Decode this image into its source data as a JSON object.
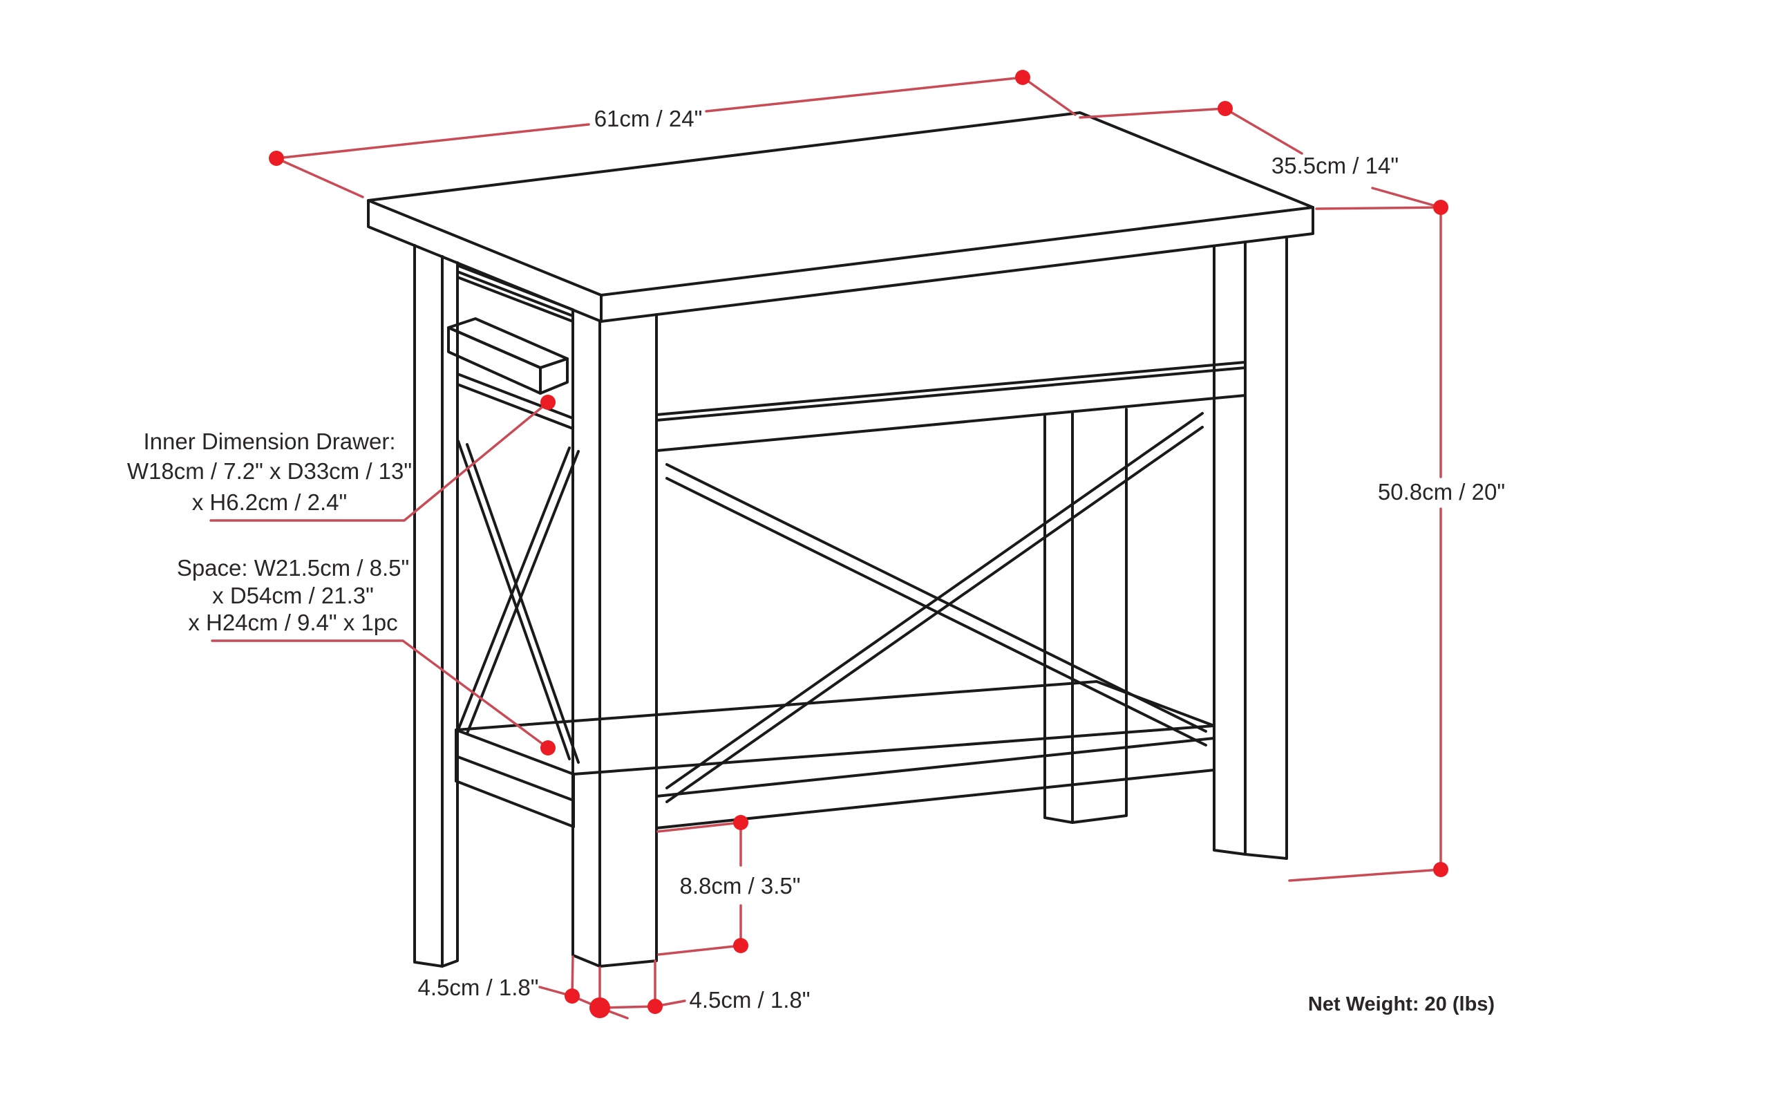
{
  "diagram": {
    "kind": "product-dimension-diagram",
    "product": "end table with drawer, cross braces and lower shelf",
    "dimensions": {
      "width_label": "61cm / 24\"",
      "depth_label": "35.5cm / 14\"",
      "height_label": "50.8cm / 20\"",
      "bottom_rail_height_label": "8.8cm / 3.5\"",
      "leg_width_front_label": "4.5cm / 1.8\"",
      "leg_width_side_label": "4.5cm / 1.8\""
    },
    "drawer_note": {
      "lines": [
        "Inner Dimension Drawer:",
        "W18cm / 7.2\" x D33cm / 13\"",
        "x H6.2cm / 2.4\""
      ]
    },
    "space_note": {
      "lines": [
        "Space: W21.5cm / 8.5\"",
        "x D54cm / 21.3\"",
        "x H24cm / 9.4\" x 1pc"
      ]
    },
    "net_weight_label": "Net Weight: 20 (lbs)",
    "colors": {
      "drawing": "#1a1a1a",
      "dimension": "#c94b55",
      "dot": "#ec1c24",
      "text": "#2a2627"
    }
  }
}
